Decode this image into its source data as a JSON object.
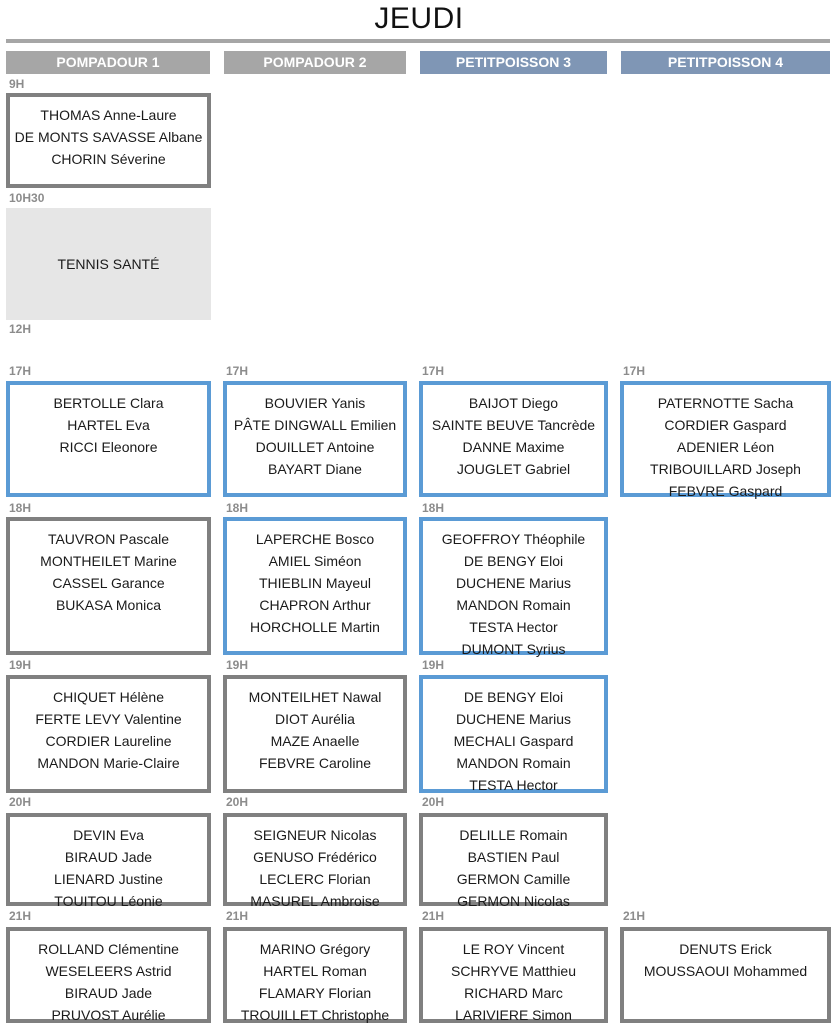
{
  "title": "JEUDI",
  "columns": [
    "POMPADOUR 1",
    "POMPADOUR 2",
    "PETITPOISSON 3",
    "PETITPOISSON 4"
  ],
  "colors": {
    "grey_header": "#a6a6a6",
    "blue_header": "#7f96b5",
    "grey_border": "#808080",
    "blue_border": "#5b9bd5",
    "activity_fill": "#e6e6e6"
  },
  "morning": {
    "t9": "9H",
    "group_9": [
      "THOMAS Anne-Laure",
      "DE MONTS SAVASSE Albane",
      "CHORIN Séverine"
    ],
    "t1030": "10H30",
    "activity": "TENNIS SANTÉ",
    "t12": "12H"
  },
  "slots": [
    {
      "time": "17H",
      "groups": [
        [
          "BERTOLLE Clara",
          "HARTEL Eva",
          "RICCI Eleonore"
        ],
        [
          "BOUVIER Yanis",
          "PÂTE DINGWALL Emilien",
          "DOUILLET Antoine",
          "BAYART Diane"
        ],
        [
          "BAIJOT Diego",
          "SAINTE BEUVE Tancrède",
          "DANNE Maxime",
          "JOUGLET Gabriel"
        ],
        [
          "PATERNOTTE Sacha",
          "CORDIER Gaspard",
          "ADENIER Léon",
          "TRIBOUILLARD Joseph",
          "FEBVRE Gaspard"
        ]
      ]
    },
    {
      "time": "18H",
      "groups": [
        [
          "TAUVRON Pascale",
          "MONTHEILET Marine",
          "CASSEL Garance",
          "BUKASA Monica"
        ],
        [
          "LAPERCHE Bosco",
          "AMIEL Siméon",
          "THIEBLIN Mayeul",
          "CHAPRON Arthur",
          "HORCHOLLE Martin"
        ],
        [
          "GEOFFROY Théophile",
          "DE BENGY Eloi",
          "DUCHENE Marius",
          "MANDON Romain",
          "TESTA Hector",
          "DUMONT Syrius"
        ]
      ]
    },
    {
      "time": "19H",
      "groups": [
        [
          "CHIQUET Hélène",
          "FERTE LEVY Valentine",
          "CORDIER Laureline",
          "MANDON Marie-Claire"
        ],
        [
          "MONTEILHET Nawal",
          "DIOT Aurélia",
          "MAZE Anaelle",
          "FEBVRE Caroline"
        ],
        [
          "DE BENGY Eloi",
          "DUCHENE Marius",
          "MECHALI Gaspard",
          "MANDON Romain",
          "TESTA Hector"
        ]
      ]
    },
    {
      "time": "20H",
      "groups": [
        [
          "DEVIN Eva",
          "BIRAUD Jade",
          "LIENARD Justine",
          "TOUITOU Léonie"
        ],
        [
          "SEIGNEUR Nicolas",
          "GENUSO Frédérico",
          "LECLERC Florian",
          "MASUREL Ambroise"
        ],
        [
          "DELILLE Romain",
          "BASTIEN Paul",
          "GERMON Camille",
          "GERMON Nicolas"
        ]
      ]
    },
    {
      "time": "21H",
      "groups": [
        [
          "ROLLAND Clémentine",
          "WESELEERS Astrid",
          "BIRAUD Jade",
          "PRUVOST Aurélie"
        ],
        [
          "MARINO Grégory",
          "HARTEL Roman",
          "FLAMARY Florian",
          "TROUILLET Christophe"
        ],
        [
          "LE ROY Vincent",
          "SCHRYVE Matthieu",
          "RICHARD Marc",
          "LARIVIERE Simon"
        ],
        [
          "DENUTS Erick",
          "MOUSSAOUI Mohammed"
        ]
      ]
    }
  ]
}
